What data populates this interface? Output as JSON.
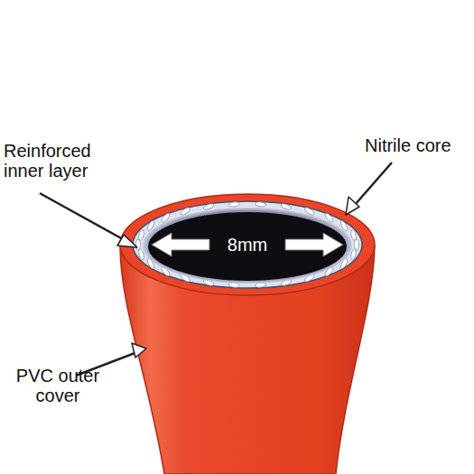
{
  "diagram": {
    "labels": [
      "Reinforced inner layer",
      "Nitrile core",
      "8mm",
      "PVC outer cover"
    ]
  }
}
